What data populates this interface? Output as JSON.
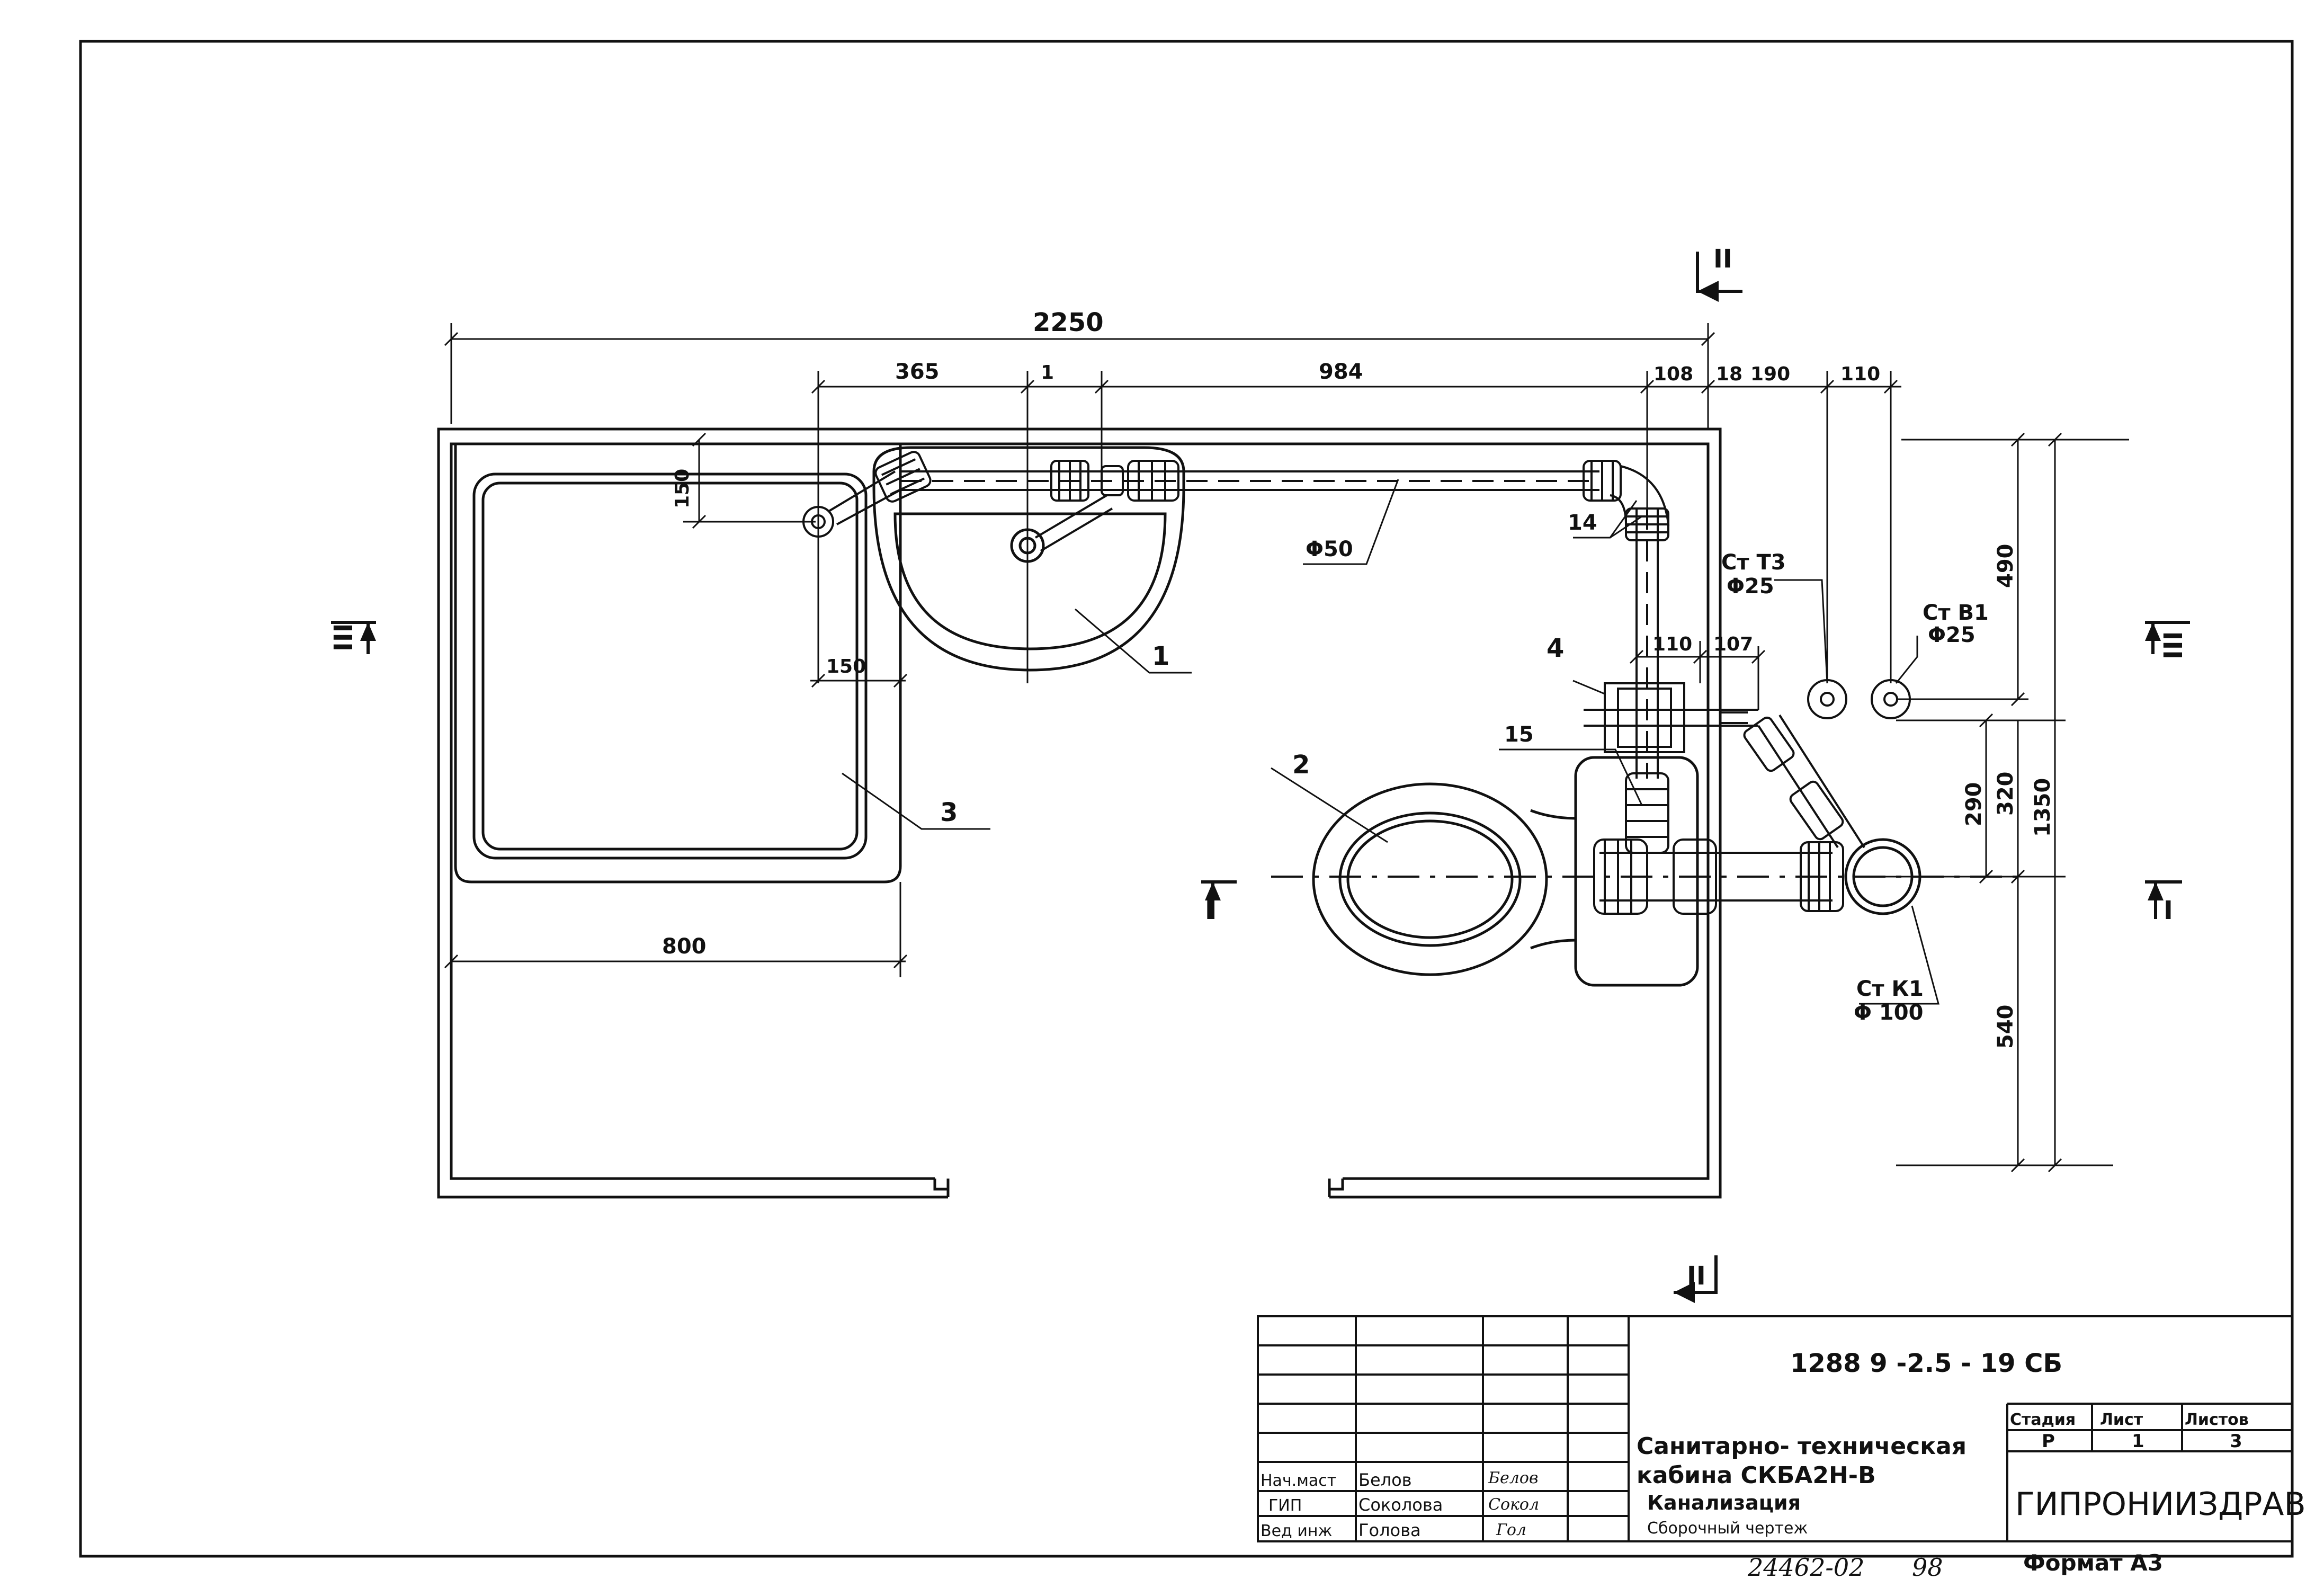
{
  "dimensions": {
    "overall_width": "2250",
    "d365": "365",
    "d1": "1",
    "d984": "984",
    "d108": "108",
    "d18": "18",
    "d190": "190",
    "d110_top": "110",
    "d150_v": "150",
    "d150_h": "150",
    "d800": "800",
    "d110_mid": "110",
    "d107": "107",
    "d490": "490",
    "d1350": "1350",
    "d320": "320",
    "d290": "290",
    "d540": "540"
  },
  "callouts": {
    "c1": "1",
    "c2": "2",
    "c3": "3",
    "c4": "4",
    "c14": "14",
    "c15": "15",
    "phi50": "Φ50"
  },
  "risers": {
    "st_t3": "Ст Т3",
    "st_t3_d": "Φ25",
    "st_b1": "Ст В1",
    "st_b1_d": "Φ25",
    "st_k1": "Ст К1",
    "st_k1_d": "Φ 100"
  },
  "sections": {
    "sec_ii_top": "II",
    "sec_ii_bottom": "II",
    "sec_iii_left": "III",
    "sec_iii_right": "III",
    "sec_i_left": "I",
    "sec_i_right": "I"
  },
  "title_block": {
    "doc_code": "1288 9 -2.5 - 19  СБ",
    "title_line1": "Санитарно- техническая",
    "title_line2": "кабина  СКБА2Н-В",
    "subtitle_line1": "Канализация",
    "subtitle_line2": "Сборочный чертеж",
    "stage_header": "Стадия",
    "sheet_header": "Лист",
    "sheets_header": "Листов",
    "stage_value": "Р",
    "sheet_value": "1",
    "sheets_value": "3",
    "organization": "ГИПРОНИИЗДРАВ",
    "format": "Формат А3",
    "archive_no": "24462-02",
    "archive_page": "98",
    "signers": [
      {
        "role": "Нач.маст",
        "name": "Белов",
        "signature": "Белов"
      },
      {
        "role": "ГИП",
        "name": "Соколова",
        "signature": "Сокол"
      },
      {
        "role": "Вед инж",
        "name": "Голова",
        "signature": "Гол"
      }
    ]
  }
}
